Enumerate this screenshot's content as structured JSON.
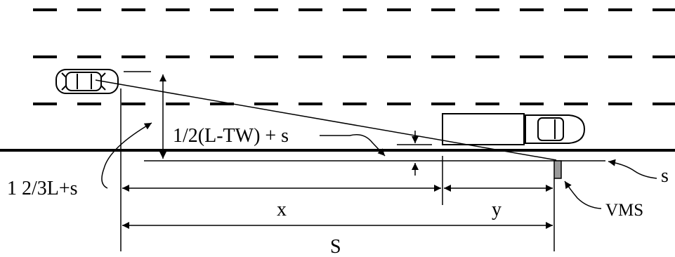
{
  "labels": {
    "lateral_offset": "1/2(L-TW) + s",
    "car_offset": "1 2/3L+s",
    "shoulder_offset": "s",
    "sign": "VMS",
    "dist_x": "x",
    "dist_y": "y",
    "dist_total": "S"
  },
  "colors": {
    "line": "#000000",
    "sign_fill": "#9a9a9a",
    "background": "#ffffff"
  },
  "icons": {
    "car": "car-top-view-icon",
    "truck": "truck-top-view-icon",
    "sign": "vms-sign-icon"
  }
}
